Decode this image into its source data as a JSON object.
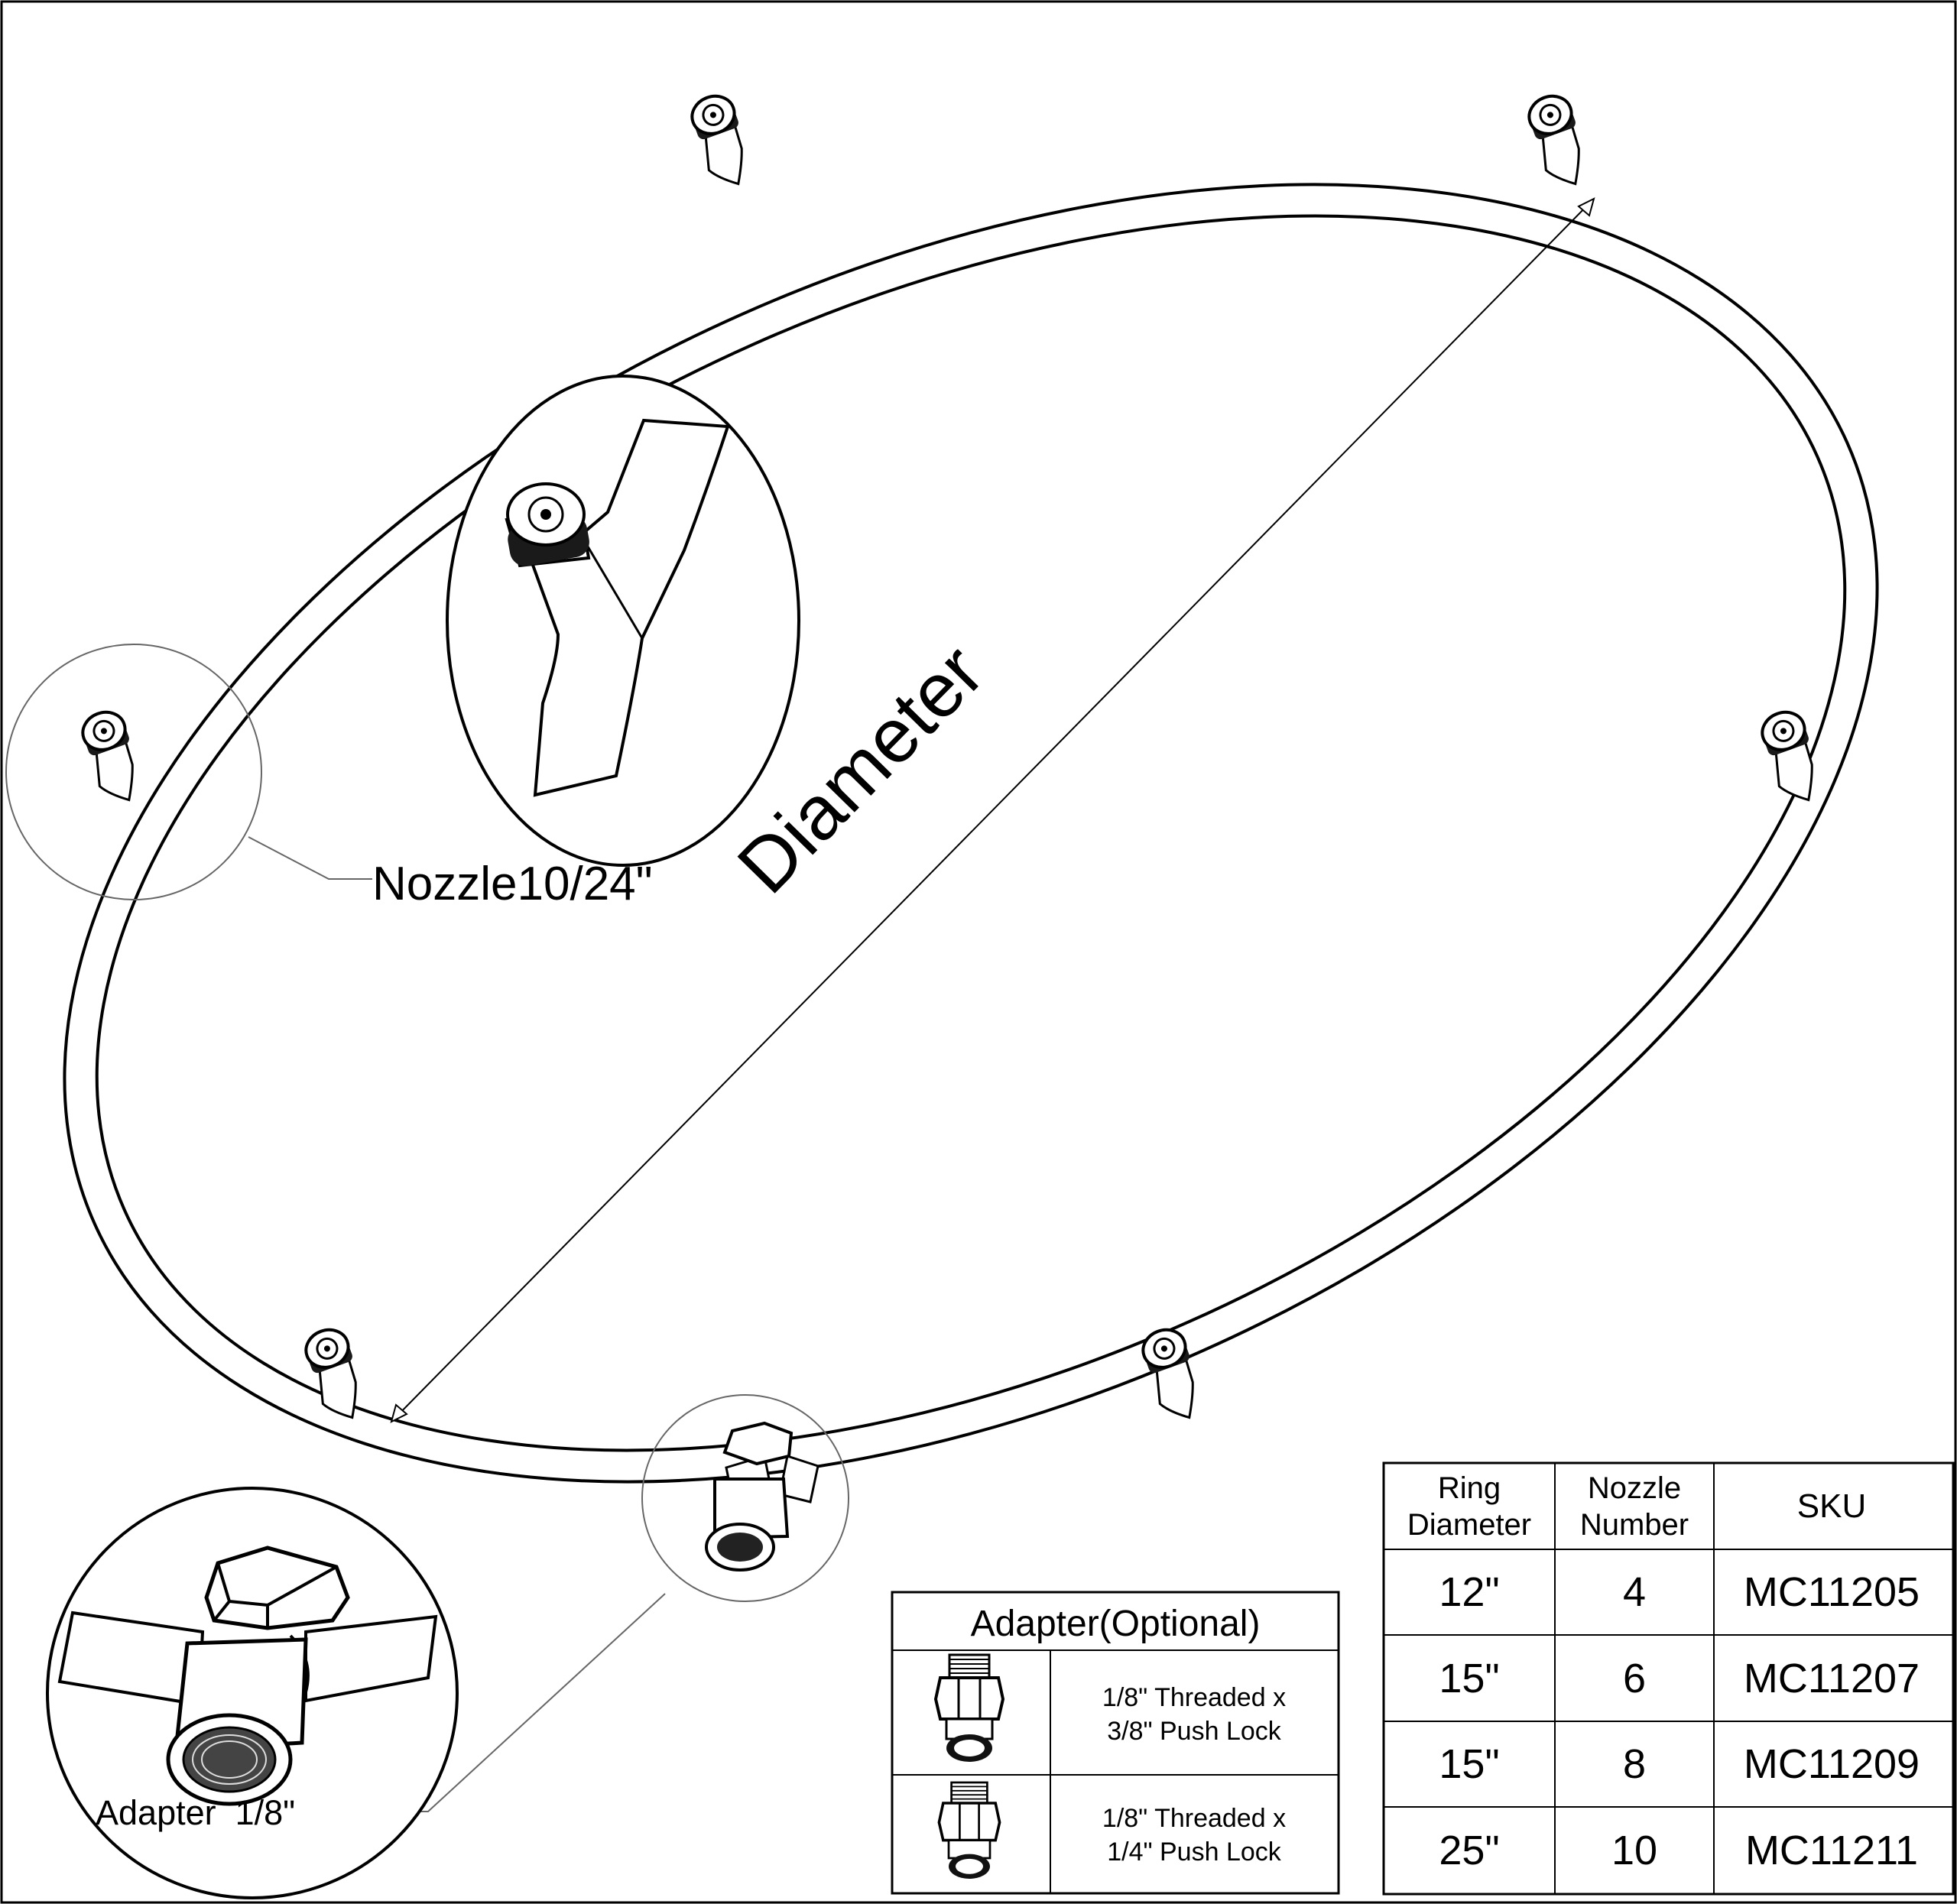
{
  "labels": {
    "diameter": "Diameter",
    "nozzle_callout": "Nozzle10/24\"",
    "adapter_callout": "Adapter  1/8\""
  },
  "adapter_table": {
    "title": "Adapter(Optional)",
    "rows": [
      {
        "line1": "1/8\" Threaded x",
        "line2": "3/8\" Push Lock",
        "icon": "push-lock-fitting-icon"
      },
      {
        "line1": "1/8\" Threaded x",
        "line2": "1/4\" Push Lock",
        "icon": "push-lock-fitting-icon"
      }
    ]
  },
  "sku_table": {
    "headers": [
      {
        "line1": "Ring",
        "line2": "Diameter"
      },
      {
        "line1": "Nozzle",
        "line2": "Number"
      },
      {
        "line1": "SKU",
        "line2": ""
      }
    ],
    "rows": [
      {
        "diameter": "12\"",
        "nozzles": "4",
        "sku": "MC11205"
      },
      {
        "diameter": "15\"",
        "nozzles": "6",
        "sku": "MC11207"
      },
      {
        "diameter": "15\"",
        "nozzles": "8",
        "sku": "MC11209"
      },
      {
        "diameter": "25\"",
        "nozzles": "10",
        "sku": "MC11211"
      }
    ]
  },
  "icons": {
    "nozzle": "nozzle-icon",
    "adapter": "female-adapter-icon"
  }
}
